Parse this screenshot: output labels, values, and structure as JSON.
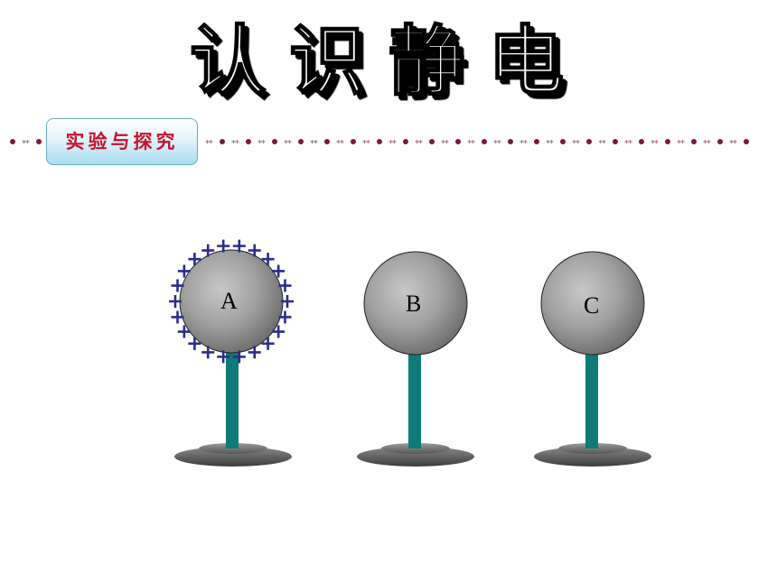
{
  "title": "认识静电",
  "badge": {
    "label": "实验与探究",
    "color": "#c8102e"
  },
  "spheres": [
    {
      "label": "A",
      "charged": true,
      "charge_sign": "+"
    },
    {
      "label": "B",
      "charged": false
    },
    {
      "label": "C",
      "charged": false
    }
  ],
  "colors": {
    "sphere": "#8c8c8c",
    "stand": "#0f7a7a",
    "base": "#555555",
    "charge": "#2b2b8c",
    "divider": "#7a1a3a"
  }
}
